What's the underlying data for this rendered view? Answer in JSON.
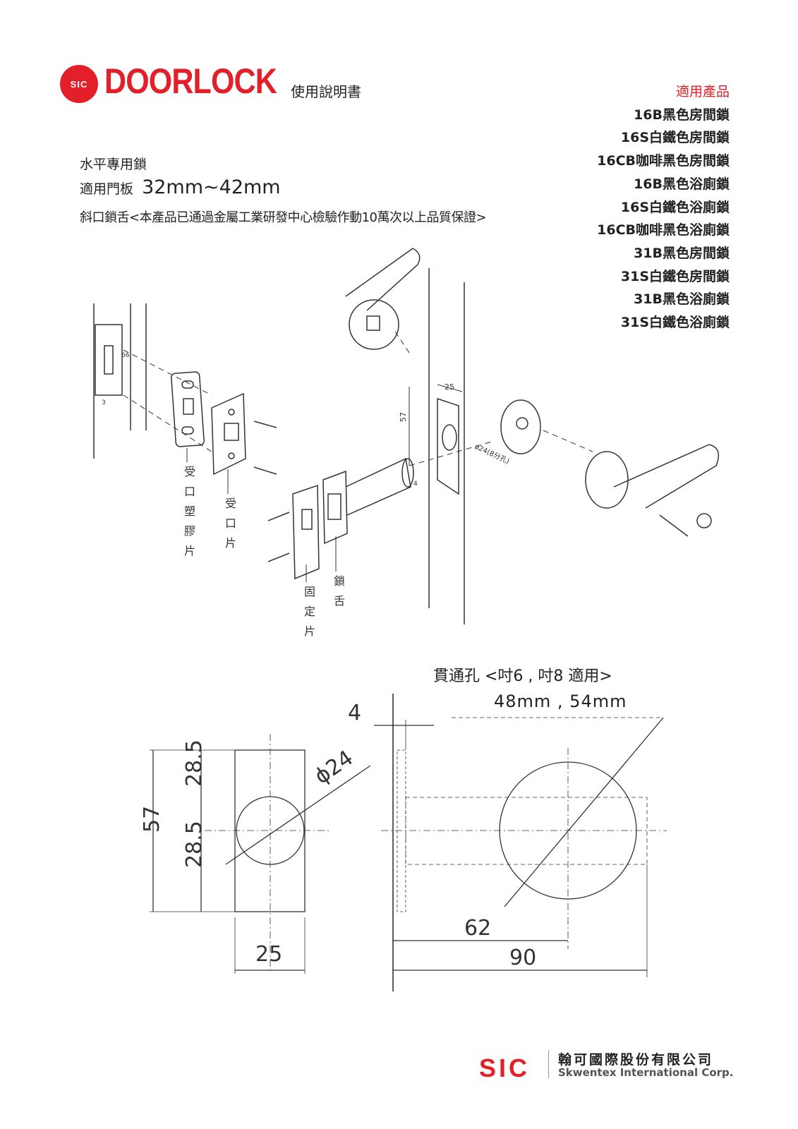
{
  "header": {
    "logo_text": "SIC",
    "brand": "DOORLOCK",
    "doc_type": "使用說明書"
  },
  "specs": {
    "line1": "水平專用鎖",
    "line2_label": "適用門板",
    "line2_value": "32mm~42mm",
    "line3": "斜口鎖舌<本產品已通過金屬工業研發中心檢驗作動10萬次以上品質保證>"
  },
  "products": {
    "heading": "適用產品",
    "items": [
      "16B黑色房間鎖",
      "16S白鐵色房間鎖",
      "16CB咖啡黑色房間鎖",
      "16B黑色浴廁鎖",
      "16S白鐵色浴廁鎖",
      "16CB咖啡黑色浴廁鎖",
      "31B黑色房間鎖",
      "31S白鐵色房間鎖",
      "31B黑色浴廁鎖",
      "31S白鐵色浴廁鎖"
    ]
  },
  "exploded": {
    "labels": [
      "受口塑膠片",
      "受口片",
      "固定片",
      "鎖舌"
    ],
    "dims": [
      "66",
      "3",
      "25",
      "57",
      "ø24(8分孔)",
      "4"
    ]
  },
  "drawing": {
    "through_hole": "貫通孔 <吋6 , 吋8 適用>",
    "backset": "48mm , 54mm",
    "d4": "4",
    "d24": "ϕ24",
    "d57": "57",
    "d285a": "28.5",
    "d285b": "28.5",
    "d25": "25",
    "d62": "62",
    "d90": "90"
  },
  "footer": {
    "logo": "SIC",
    "company_zh": "翰可國際股份有限公司",
    "company_en": "Skwentex International Corp."
  }
}
